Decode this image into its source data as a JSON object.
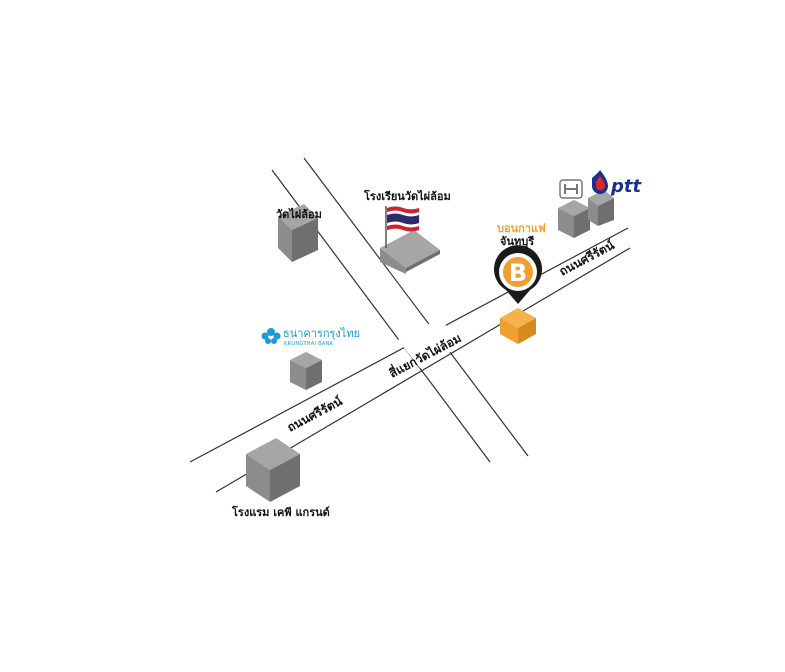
{
  "map": {
    "roads": {
      "tanon_srirat_left": "ถนนศรีรัตน์",
      "tanon_srirat_right": "ถนนศรีรัตน์",
      "intersection": "สี่แยกวัดไผ่ล้อม"
    },
    "landmarks": {
      "wat_phai_lom": "วัดไผ่ล้อม",
      "school": "โรงเรียนวัดไผ่ล้อม",
      "hotel": "โรงแรม เคพี แกรนด์",
      "bank_name": "ธนาคารกรุงไทย",
      "bank_name_en": "KRUNGTHAI BANK",
      "ptt": "ptt"
    },
    "destination": {
      "line1": "บอนกาแฟ",
      "line2": "จันทบุรี",
      "logo_letter": "B"
    },
    "colors": {
      "road_line": "#333333",
      "building_top": "#a6a6a6",
      "building_left": "#8c8c8c",
      "building_right": "#6f6f6f",
      "accent_orange": "#f0a030",
      "pin_black": "#1a1a1a",
      "bank_blue": "#1e9ad6",
      "ptt_blue": "#1b2f8c",
      "ptt_red": "#d8272f",
      "flag_red": "#d4202c",
      "flag_blue": "#2d2a6e"
    }
  }
}
